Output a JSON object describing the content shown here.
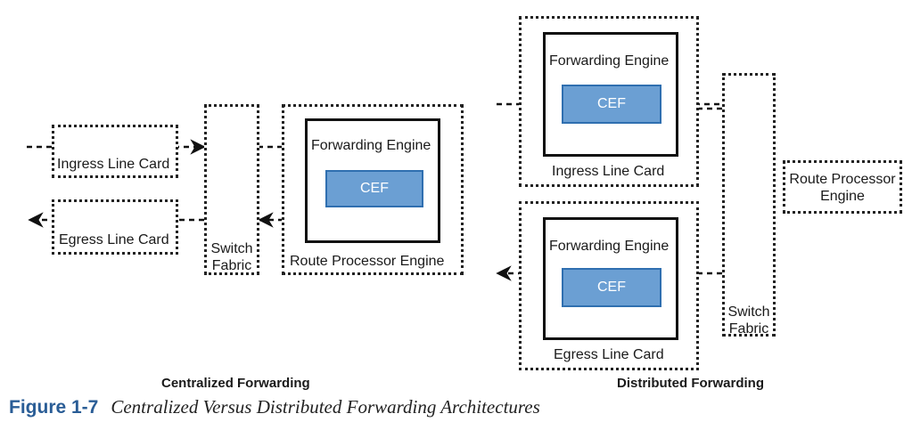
{
  "centralized": {
    "ingress_line_card": "Ingress Line Card",
    "egress_line_card": "Egress Line Card",
    "switch_fabric": "Switch Fabric",
    "forwarding_engine": "Forwarding Engine",
    "cef": "CEF",
    "route_processor_engine": "Route Processor Engine",
    "caption": "Centralized Forwarding"
  },
  "distributed": {
    "ingress_forwarding_engine": "Forwarding Engine",
    "ingress_cef": "CEF",
    "ingress_line_card": "Ingress Line Card",
    "egress_forwarding_engine": "Forwarding Engine",
    "egress_cef": "CEF",
    "egress_line_card": "Egress Line Card",
    "route_processor_engine": "Route Processor Engine",
    "switch_fabric": "Switch Fabric",
    "caption": "Distributed Forwarding"
  },
  "figure": {
    "number": "Figure 1-7",
    "title": "Centralized Versus Distributed Forwarding Architectures"
  }
}
